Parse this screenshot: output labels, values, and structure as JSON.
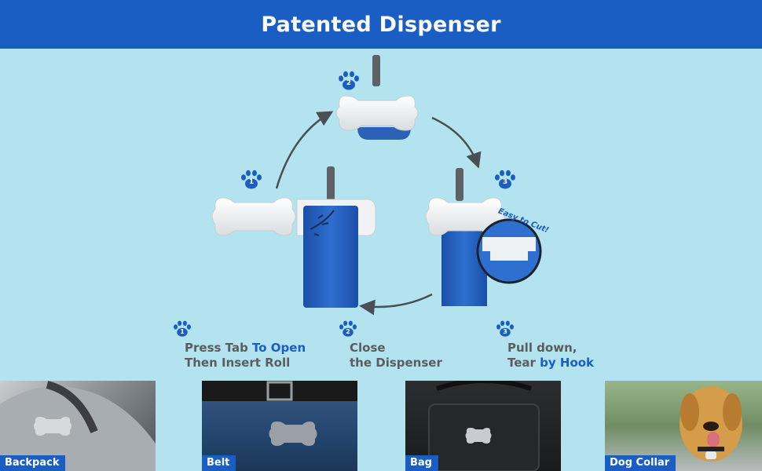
{
  "banner": {
    "title": "Patented Dispenser"
  },
  "diagram": {
    "paw_numbers": [
      "1",
      "2",
      "3"
    ],
    "callout": "Easy to Cut!"
  },
  "steps": [
    {
      "number": "1",
      "line1_a": "Press Tab ",
      "line1_b": "To Open",
      "line2_a": "Then Insert Roll",
      "line2_b": ""
    },
    {
      "number": "2",
      "line1_a": "Close",
      "line1_b": "",
      "line2_a": "the Dispenser",
      "line2_b": ""
    },
    {
      "number": "3",
      "line1_a": "Pull down,",
      "line1_b": "",
      "line2_a": "Tear ",
      "line2_b": "by Hook"
    }
  ],
  "photos": [
    {
      "label": "Backpack"
    },
    {
      "label": "Belt"
    },
    {
      "label": "Bag"
    },
    {
      "label": "Dog Collar"
    }
  ],
  "colors": {
    "brand_blue": "#1a5ec4",
    "background": "#b3e3ef",
    "text_gray": "#5a5d60"
  }
}
